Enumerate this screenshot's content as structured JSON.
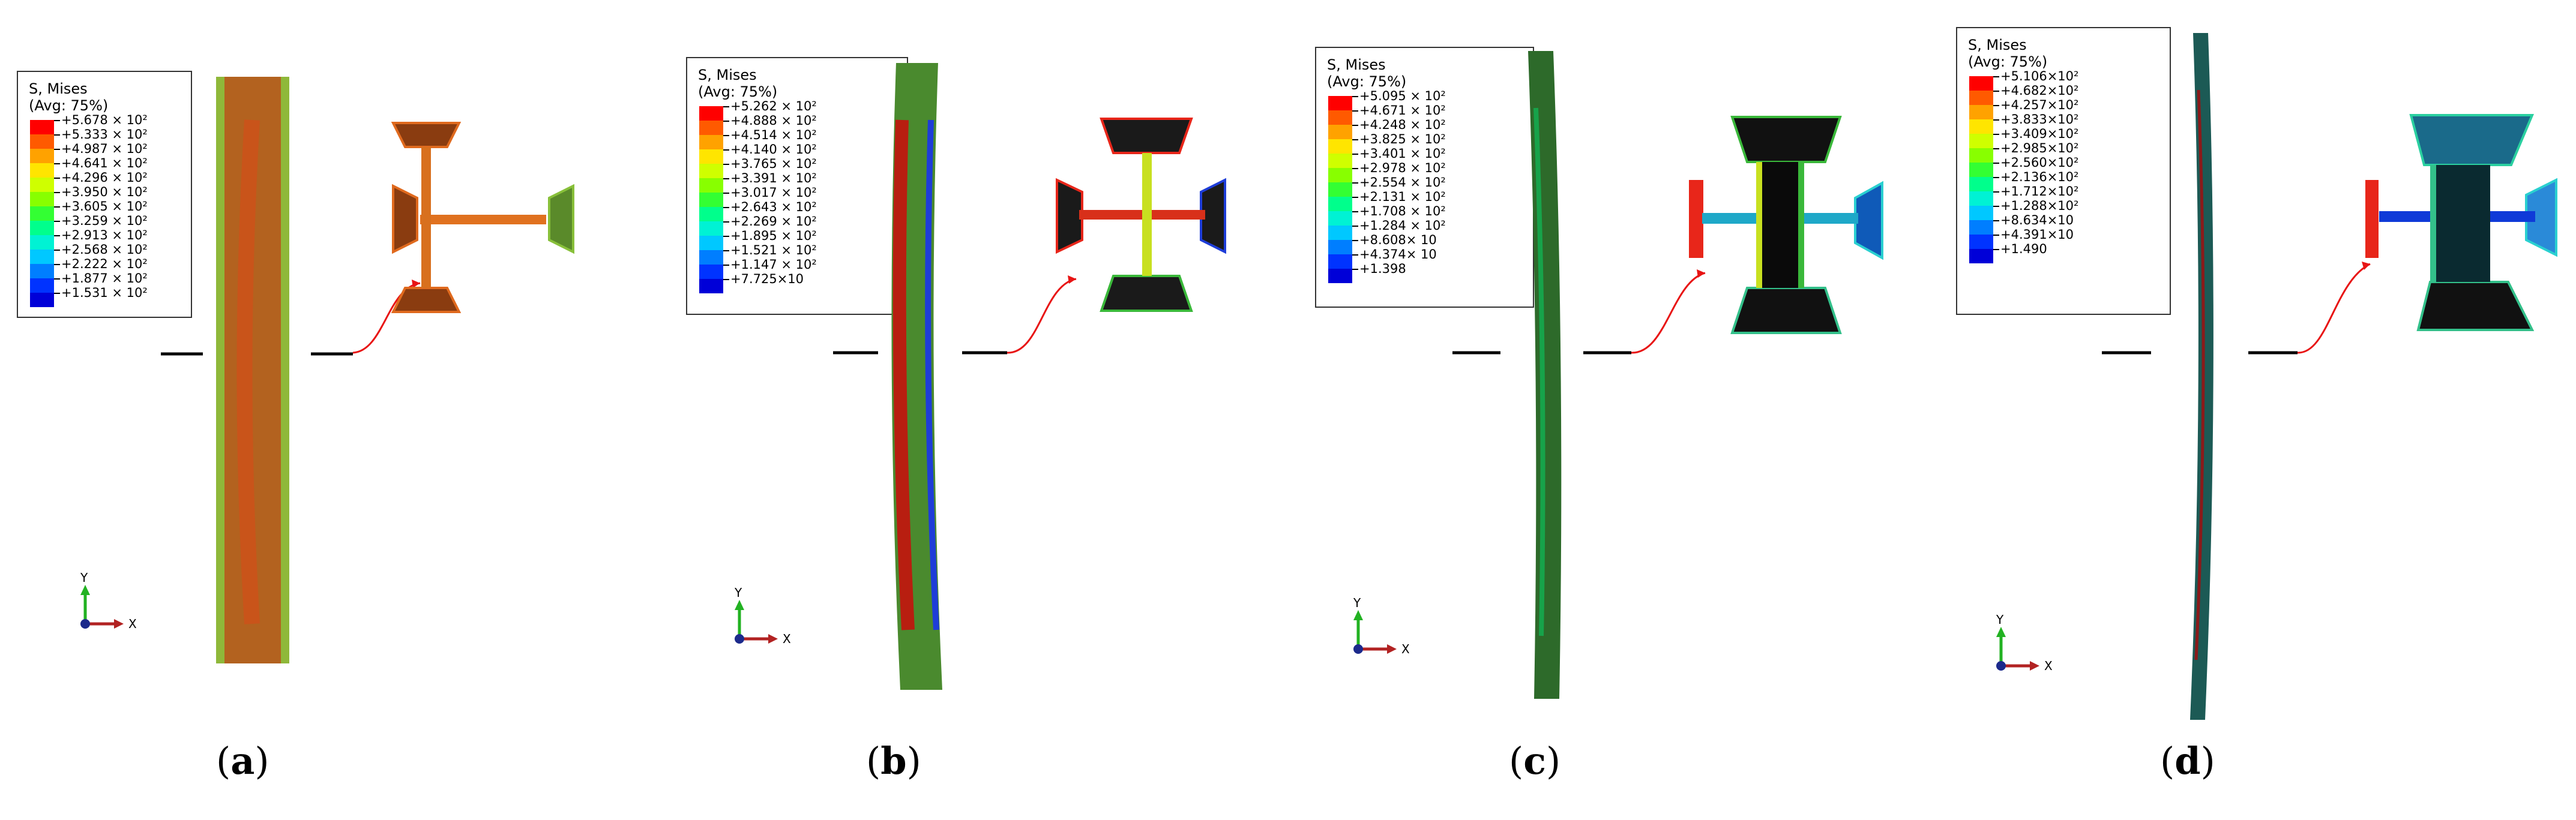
{
  "legend_title": "S, Mises",
  "legend_avg": "(Avg: 75%)",
  "axis": {
    "y": "Y",
    "x": "X"
  },
  "legend_colors": [
    "#ff0000",
    "#ff5a00",
    "#ffa200",
    "#ffe500",
    "#cfff00",
    "#88ff00",
    "#33ff33",
    "#00ff8c",
    "#00f2d4",
    "#00c8ff",
    "#007eff",
    "#0033ff",
    "#0000d8"
  ],
  "panels": [
    {
      "id": "a",
      "caption": "a",
      "column_color": "#b3621f",
      "levels": [
        "+5.678 × 10²",
        "+5.333 × 10²",
        "+4.987 × 10²",
        "+4.641 × 10²",
        "+4.296 × 10²",
        "+3.950 × 10²",
        "+3.605 × 10²",
        "+3.259 × 10²",
        "+2.913 × 10²",
        "+2.568 × 10²",
        "+2.222 × 10²",
        "+1.877 × 10²",
        "+1.531 × 10²"
      ]
    },
    {
      "id": "b",
      "caption": "b",
      "column_color": "#4a8a2e",
      "levels": [
        "+5.262 × 10²",
        "+4.888 × 10²",
        "+4.514 × 10²",
        "+4.140 × 10²",
        "+3.765 × 10²",
        "+3.391 × 10²",
        "+3.017 × 10²",
        "+2.643 × 10²",
        "+2.269 × 10²",
        "+1.895 × 10²",
        "+1.521 × 10²",
        "+1.147 × 10²",
        "+7.725×10"
      ]
    },
    {
      "id": "c",
      "caption": "c",
      "column_color": "#2d6a2a",
      "levels": [
        "+5.095 × 10²",
        "+4.671 × 10²",
        "+4.248 × 10²",
        "+3.825 × 10²",
        "+3.401 × 10²",
        "+2.978 × 10²",
        "+2.554 × 10²",
        "+2.131 × 10²",
        "+1.708 × 10²",
        "+1.284 × 10²",
        "+8.608× 10",
        "+4.374× 10",
        "+1.398"
      ]
    },
    {
      "id": "d",
      "caption": "d",
      "column_color": "#1c5a55",
      "levels": [
        "+5.106×10²",
        "+4.682×10²",
        "+4.257×10²",
        "+3.833×10²",
        "+3.409×10²",
        "+2.985×10²",
        "+2.560×10²",
        "+2.136×10²",
        "+1.712×10²",
        "+1.288×10²",
        "+8.634×10",
        "+4.391×10",
        "+1.490"
      ]
    }
  ]
}
